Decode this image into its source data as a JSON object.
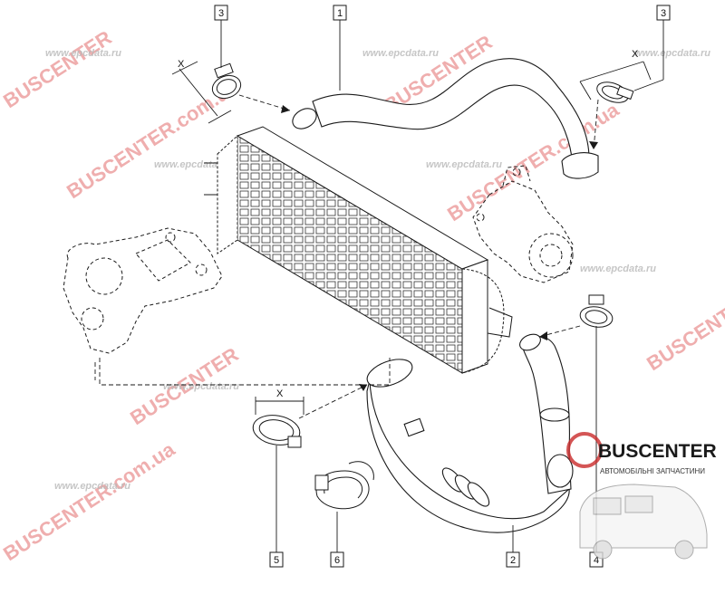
{
  "callouts": {
    "c1": "1",
    "c2": "2",
    "c3_left": "3",
    "c3_right": "3",
    "c4": "4",
    "c5": "5",
    "c6": "6"
  },
  "dimensions": {
    "x_left": "X",
    "x_right": "X",
    "x_lower": "X"
  },
  "logo": {
    "title": "BUSCENTER",
    "subtitle": "АВТОМОБІЛЬНІ ЗАПЧАСТИНИ"
  },
  "watermarks": {
    "brand_1": "BUSCENTER",
    "brand_2": "BUSCENTER",
    "brand_3": "BUSCENTER.com.ua",
    "brand_4": "BUSCENTER.com.ua",
    "brand_5": "BUSCENTER",
    "brand_6": "BUSCENTER",
    "brand_7": "BUSCENTER.com.ua",
    "domain_1": "www.epcdata.ru",
    "domain_2": "www.epcdata.ru",
    "domain_3": "www.epcdata.ru",
    "domain_4": "www.epcdata.ru",
    "domain_5": "www.epcdata.ru",
    "domain_6": "www.epcdata.ru",
    "domain_7": "www.epcdata.ru",
    "domain_8": "www.epcdata.ru"
  },
  "colors": {
    "line": "#1a1a1a",
    "watermark": "#e26d6d",
    "background": "#ffffff"
  }
}
